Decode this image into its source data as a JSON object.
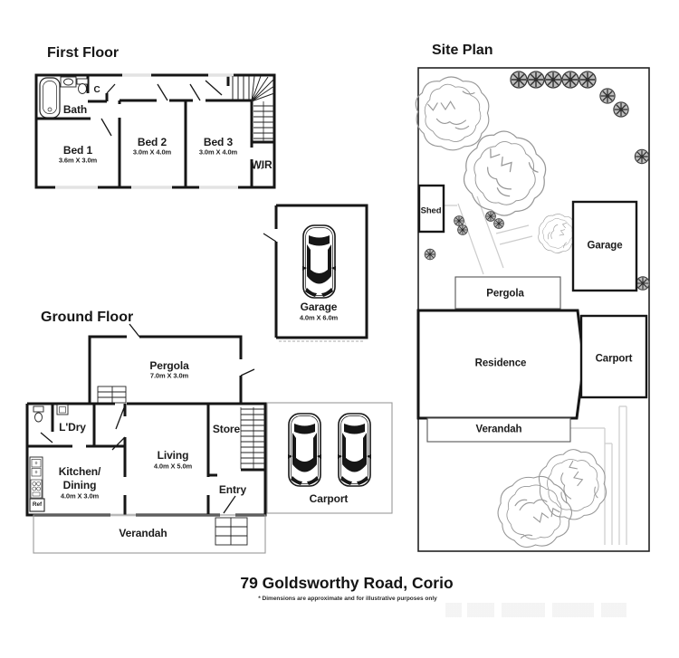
{
  "meta": {
    "address": "79 Goldsworthy Road, Corio",
    "disclaimer": "* Dimensions are approximate and for illustrative purposes only"
  },
  "first_floor": {
    "title": "First Floor",
    "bath": "Bath",
    "closet": "C",
    "wir": "WIR",
    "bed1": {
      "name": "Bed 1",
      "dims": "3.6m X 3.0m"
    },
    "bed2": {
      "name": "Bed 2",
      "dims": "3.0m X 4.0m"
    },
    "bed3": {
      "name": "Bed 3",
      "dims": "3.0m X 4.0m"
    }
  },
  "detached_garage": {
    "name": "Garage",
    "dims": "4.0m X 6.0m"
  },
  "ground_floor": {
    "title": "Ground Floor",
    "pergola": {
      "name": "Pergola",
      "dims": "7.0m X 3.0m"
    },
    "ldry": "L'Dry",
    "kitchen": {
      "line1": "Kitchen/",
      "line2": "Dining",
      "dims": "4.0m X 3.0m"
    },
    "living": {
      "name": "Living",
      "dims": "4.0m X 5.0m"
    },
    "store": "Store",
    "entry": "Entry",
    "verandah": "Verandah",
    "ref": "Ref",
    "carport": "Carport"
  },
  "site_plan": {
    "title": "Site Plan",
    "shed": "Shed",
    "garage": "Garage",
    "pergola": "Pergola",
    "residence": "Residence",
    "carport": "Carport",
    "verandah": "Verandah"
  },
  "colors": {
    "wall": "#161616",
    "window": "#e3e3e3",
    "light_line": "#999999",
    "path_gray": "#cccccc",
    "tree_outline": "#979797"
  }
}
